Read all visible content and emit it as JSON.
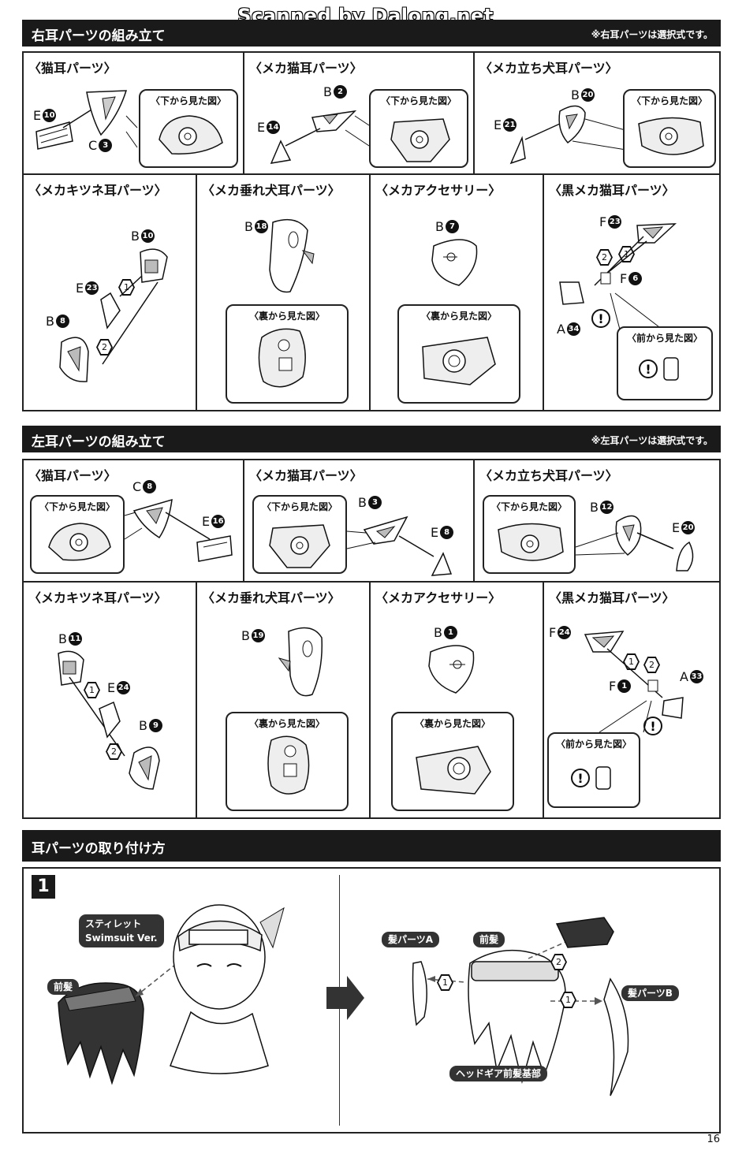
{
  "watermark": "Scanned by Dalong.net",
  "page_number": "16",
  "right_ear": {
    "title": "右耳パーツの組み立て",
    "note": "※右耳パーツは選択式です。",
    "panels": [
      {
        "title": "〈猫耳パーツ〉",
        "callout": "〈下から見た図〉",
        "parts": [
          {
            "letter": "E",
            "num": "10"
          },
          {
            "letter": "C",
            "num": "3"
          }
        ]
      },
      {
        "title": "〈メカ猫耳パーツ〉",
        "callout": "〈下から見た図〉",
        "parts": [
          {
            "letter": "B",
            "num": "2"
          },
          {
            "letter": "E",
            "num": "14"
          }
        ]
      },
      {
        "title": "〈メカ立ち犬耳パーツ〉",
        "callout": "〈下から見た図〉",
        "parts": [
          {
            "letter": "B",
            "num": "20"
          },
          {
            "letter": "E",
            "num": "21"
          }
        ]
      },
      {
        "title": "〈メカキツネ耳パーツ〉",
        "parts": [
          {
            "letter": "B",
            "num": "10"
          },
          {
            "letter": "E",
            "num": "23"
          },
          {
            "letter": "B",
            "num": "8"
          }
        ],
        "steps": [
          "1",
          "2"
        ]
      },
      {
        "title": "〈メカ垂れ犬耳パーツ〉",
        "callout": "〈裏から見た図〉",
        "parts": [
          {
            "letter": "B",
            "num": "18"
          }
        ]
      },
      {
        "title": "〈メカアクセサリー〉",
        "callout": "〈裏から見た図〉",
        "parts": [
          {
            "letter": "B",
            "num": "7"
          }
        ]
      },
      {
        "title": "〈黒メカ猫耳パーツ〉",
        "callout": "〈前から見た図〉",
        "parts": [
          {
            "letter": "F",
            "num": "23"
          },
          {
            "letter": "F",
            "num": "6"
          },
          {
            "letter": "A",
            "num": "34"
          }
        ],
        "steps": [
          "2",
          "1"
        ]
      }
    ]
  },
  "left_ear": {
    "title": "左耳パーツの組み立て",
    "note": "※左耳パーツは選択式です。",
    "panels": [
      {
        "title": "〈猫耳パーツ〉",
        "callout": "〈下から見た図〉",
        "parts": [
          {
            "letter": "C",
            "num": "8"
          },
          {
            "letter": "E",
            "num": "16"
          }
        ]
      },
      {
        "title": "〈メカ猫耳パーツ〉",
        "callout": "〈下から見た図〉",
        "parts": [
          {
            "letter": "B",
            "num": "3"
          },
          {
            "letter": "E",
            "num": "8"
          }
        ]
      },
      {
        "title": "〈メカ立ち犬耳パーツ〉",
        "callout": "〈下から見た図〉",
        "parts": [
          {
            "letter": "B",
            "num": "12"
          },
          {
            "letter": "E",
            "num": "20"
          }
        ]
      },
      {
        "title": "〈メカキツネ耳パーツ〉",
        "parts": [
          {
            "letter": "B",
            "num": "11"
          },
          {
            "letter": "E",
            "num": "24"
          },
          {
            "letter": "B",
            "num": "9"
          }
        ],
        "steps": [
          "1",
          "2"
        ]
      },
      {
        "title": "〈メカ垂れ犬耳パーツ〉",
        "callout": "〈裏から見た図〉",
        "parts": [
          {
            "letter": "B",
            "num": "19"
          }
        ]
      },
      {
        "title": "〈メカアクセサリー〉",
        "callout": "〈裏から見た図〉",
        "parts": [
          {
            "letter": "B",
            "num": "1"
          }
        ]
      },
      {
        "title": "〈黒メカ猫耳パーツ〉",
        "callout": "〈前から見た図〉",
        "parts": [
          {
            "letter": "F",
            "num": "24"
          },
          {
            "letter": "F",
            "num": "1"
          },
          {
            "letter": "A",
            "num": "33"
          }
        ],
        "steps": [
          "1",
          "2"
        ]
      }
    ]
  },
  "mounting": {
    "title": "耳パーツの取り付け方",
    "step_number": "1",
    "tags": {
      "character": "スティレット\nSwimsuit Ver.",
      "front_hair_left": "前髪",
      "hair_a": "髪パーツA",
      "front_hair_right": "前髪",
      "hair_b": "髪パーツB",
      "headgear_base": "ヘッドギア前髪基部"
    },
    "steps": [
      "1",
      "2",
      "1"
    ]
  }
}
